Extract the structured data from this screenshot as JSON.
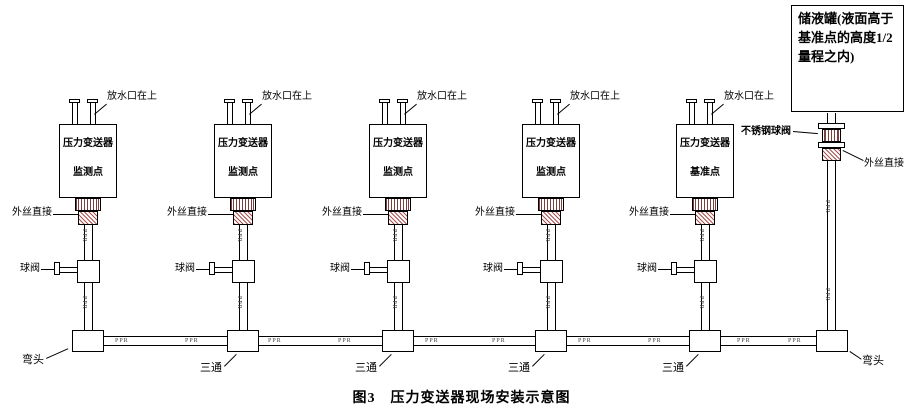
{
  "caption": "图3　压力变送器现场安装示意图",
  "pipe_material": "PPR",
  "tank_label": "储液罐(液面高于基准点的高度1/2量程之内)",
  "right_branch": {
    "valve_label": "不锈钢球阀",
    "fitting_label": "外丝直接",
    "elbow_label": "弯头"
  },
  "bottom_fittings": {
    "left_elbow_label": "弯头",
    "tee_labels": [
      "三通",
      "三通",
      "三通",
      "三通"
    ]
  },
  "units": [
    {
      "title": "压力变送器",
      "subtitle": "监测点",
      "drain_label": "放水口在上",
      "fitting_label": "外丝直接",
      "valve_label": "球阀"
    },
    {
      "title": "压力变送器",
      "subtitle": "监测点",
      "drain_label": "放水口在上",
      "fitting_label": "外丝直接",
      "valve_label": "球阀"
    },
    {
      "title": "压力变送器",
      "subtitle": "监测点",
      "drain_label": "放水口在上",
      "fitting_label": "外丝直接",
      "valve_label": "球阀"
    },
    {
      "title": "压力变送器",
      "subtitle": "监测点",
      "drain_label": "放水口在上",
      "fitting_label": "外丝直接",
      "valve_label": "球阀"
    },
    {
      "title": "压力变送器",
      "subtitle": "基准点",
      "drain_label": "放水口在上",
      "fitting_label": "外丝直接",
      "valve_label": "球阀"
    }
  ]
}
